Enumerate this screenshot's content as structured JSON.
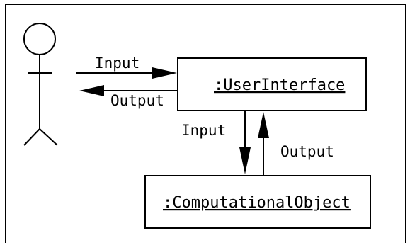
{
  "diagram": {
    "user_interface": {
      "label": ":UserInterface"
    },
    "computational_object": {
      "label": ":ComputationalObject"
    },
    "actor_to_ui": {
      "input_label": "Input",
      "output_label": "Output"
    },
    "ui_to_comp": {
      "input_label": "Input",
      "output_label": "Output"
    }
  }
}
